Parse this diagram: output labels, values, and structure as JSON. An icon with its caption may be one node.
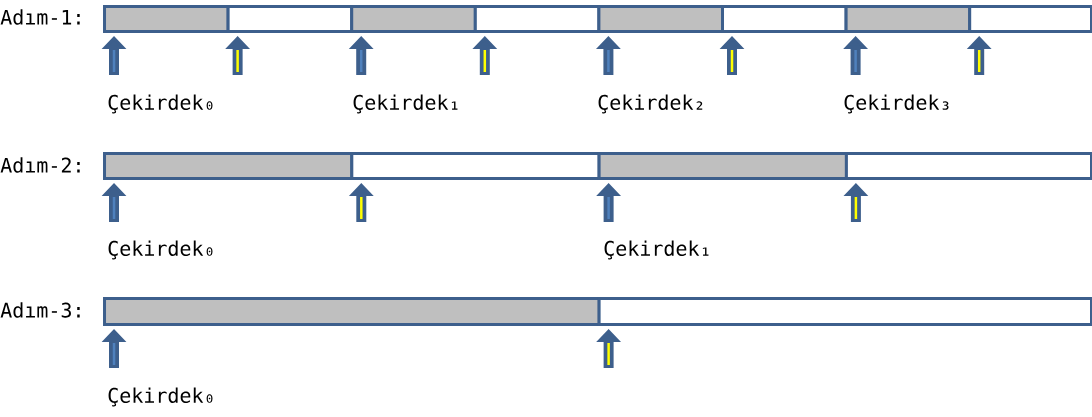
{
  "diagram": {
    "nodes": [
      {
        "text": [],
        "shape": "box"
      },
      {
        "text": [],
        "shape": "box"
      },
      {
        "text": [],
        "shape": "box"
      },
      {
        "text": [],
        "shape": "box"
      },
      {
        "text": [],
        "shape": "box"
      },
      {
        "text": [],
        "shape": "box"
      },
      {
        "text": [],
        "shape": "box"
      },
      {
        "text": [],
        "shape": "box"
      },
      {
        "text": [],
        "shape": "box"
      },
      {
        "text": [],
        "shape": "box"
      },
      {
        "text": [],
        "shape": "box"
      },
      {
        "text": [],
        "shape": "box"
      },
      {
        "text": [],
        "shape": "box"
      },
      {
        "text": [],
        "shape": "box"
      }
    ],
    "edges": [
      {
        "from": null,
        "to": 0,
        "arrow": "to"
      },
      {
        "from": null,
        "to": 1,
        "arrow": "to"
      },
      {
        "from": null,
        "to": 2,
        "arrow": "to"
      },
      {
        "from": null,
        "to": 3,
        "arrow": "to"
      },
      {
        "from": null,
        "to": 4,
        "arrow": "to"
      },
      {
        "from": null,
        "to": 5,
        "arrow": "to"
      },
      {
        "from": null,
        "to": 6,
        "arrow": "to"
      },
      {
        "from": null,
        "to": 7,
        "arrow": "to"
      },
      {
        "from": null,
        "to": 8,
        "arrow": "to"
      },
      {
        "from": null,
        "to": 9,
        "arrow": "to"
      },
      {
        "from": null,
        "to": 10,
        "arrow": "to"
      },
      {
        "from": null,
        "to": 11,
        "arrow": "to"
      },
      {
        "from": null,
        "to": 12,
        "arrow": "to"
      },
      {
        "from": null,
        "to": 13,
        "arrow": "to"
      }
    ],
    "labels": [
      "Adım-1:",
      "Çekirdek₀",
      "Çekirdek₁",
      "Çekirdek₂",
      "Çekirdek₃",
      "Adım-2:",
      "Çekirdek₀",
      "Çekirdek₁",
      "Adım-3:",
      "Çekirdek₀"
    ]
  }
}
